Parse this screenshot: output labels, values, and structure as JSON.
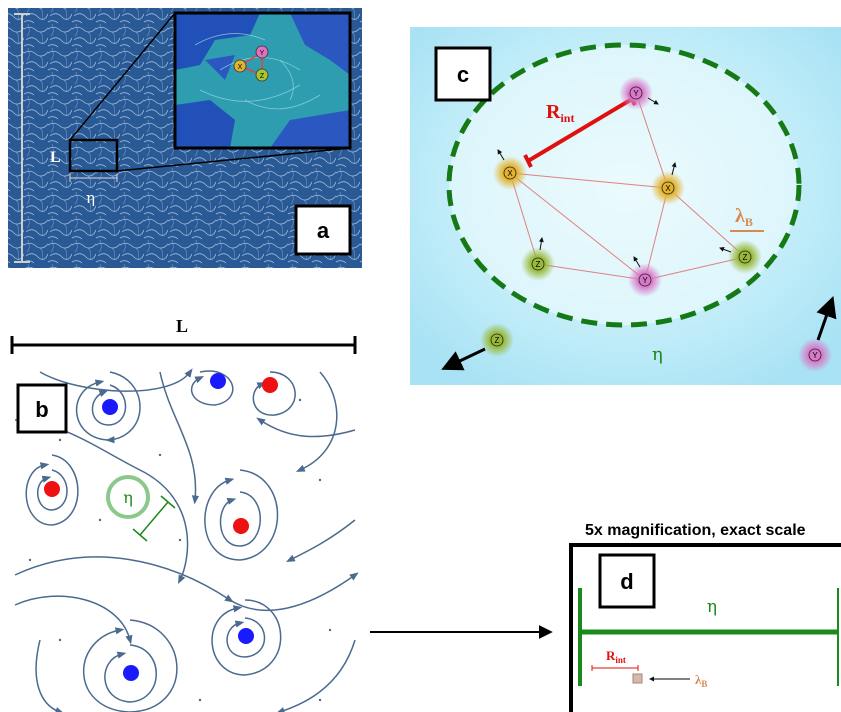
{
  "panels": {
    "a": {
      "label": "a",
      "length_label": "L",
      "eta_label": "η",
      "particles": [
        {
          "name": "X"
        },
        {
          "name": "Y"
        },
        {
          "name": "Z"
        }
      ]
    },
    "b": {
      "label": "b",
      "length_label": "L",
      "eta_label": "η"
    },
    "c": {
      "label": "c",
      "rint_main": "R",
      "rint_sub": "int",
      "lambda_main": "λ",
      "lambda_sub": "B",
      "eta_label": "η",
      "particles": [
        "Y",
        "X",
        "X",
        "Z",
        "Y",
        "Z",
        "Z",
        "Y"
      ]
    },
    "d": {
      "label": "d",
      "title": "5x magnification, exact scale",
      "eta_label": "η",
      "rint_main": "R",
      "rint_sub": "int",
      "lambda_main": "λ",
      "lambda_sub": "B"
    }
  },
  "colors": {
    "blue_vortex": "#1a1aff",
    "red_vortex": "#ee1111",
    "eta_green": "#1a8a1a",
    "rint_red": "#e01010",
    "lambda_orange": "#d88a50",
    "flow": "#4a6a8f",
    "particle_X": "#e0b030",
    "particle_Y": "#d878c8",
    "particle_Z": "#98b838"
  }
}
